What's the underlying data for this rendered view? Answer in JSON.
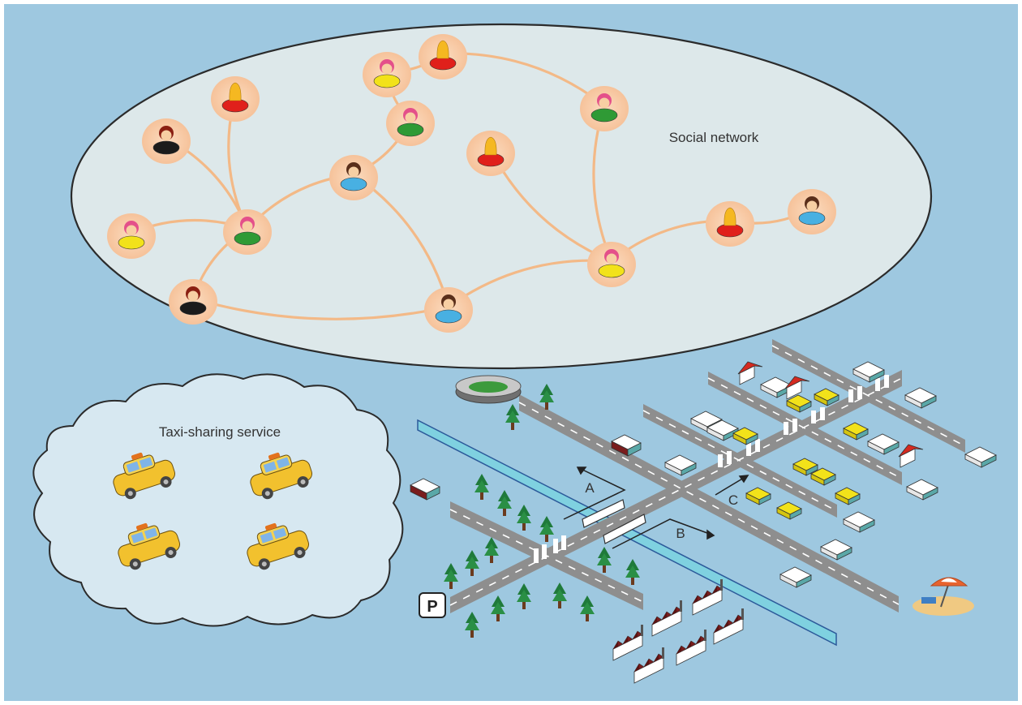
{
  "labels": {
    "social_network": "Social network",
    "taxi_service": "Taxi-sharing service",
    "route_a": "A",
    "route_b": "B",
    "route_c": "C",
    "parking": "P"
  },
  "colors": {
    "background": "#9ec8e0",
    "ellipse_fill": "#dde8ea",
    "cloud_fill": "#d7e8f1",
    "link": "#f3b987",
    "node_halo": "#f8cba4",
    "road": "#8c8c8c",
    "river": "#7fd1e0",
    "taxi": "#f2c12e",
    "tree": "#1f7a3a",
    "roof_red": "#d42a20",
    "factory": "#7a1d1d"
  },
  "social_network": {
    "people": [
      {
        "id": 1,
        "color": "red",
        "kind": "ghost"
      },
      {
        "id": 2,
        "color": "yellow",
        "kind": "girl"
      },
      {
        "id": 3,
        "color": "red",
        "kind": "ghost"
      },
      {
        "id": 4,
        "color": "black",
        "kind": "boy"
      },
      {
        "id": 5,
        "color": "green",
        "kind": "girl"
      },
      {
        "id": 6,
        "color": "green",
        "kind": "girl"
      },
      {
        "id": 7,
        "color": "red",
        "kind": "ghost"
      },
      {
        "id": 8,
        "color": "blue",
        "kind": "woman"
      },
      {
        "id": 9,
        "color": "yellow",
        "kind": "girl"
      },
      {
        "id": 10,
        "color": "green",
        "kind": "girl"
      },
      {
        "id": 11,
        "color": "black",
        "kind": "boy"
      },
      {
        "id": 12,
        "color": "blue",
        "kind": "woman"
      },
      {
        "id": 13,
        "color": "yellow",
        "kind": "girl"
      },
      {
        "id": 14,
        "color": "red",
        "kind": "ghost"
      },
      {
        "id": 15,
        "color": "blue",
        "kind": "woman"
      }
    ],
    "links": [
      [
        4,
        10
      ],
      [
        3,
        10
      ],
      [
        9,
        10
      ],
      [
        10,
        11
      ],
      [
        10,
        8
      ],
      [
        8,
        6
      ],
      [
        6,
        2
      ],
      [
        2,
        1
      ],
      [
        1,
        5
      ],
      [
        5,
        13
      ],
      [
        8,
        12
      ],
      [
        11,
        12
      ],
      [
        12,
        13
      ],
      [
        7,
        13
      ],
      [
        13,
        14
      ],
      [
        14,
        15
      ]
    ]
  },
  "taxis": [
    "taxi",
    "taxi",
    "taxi",
    "taxi"
  ]
}
